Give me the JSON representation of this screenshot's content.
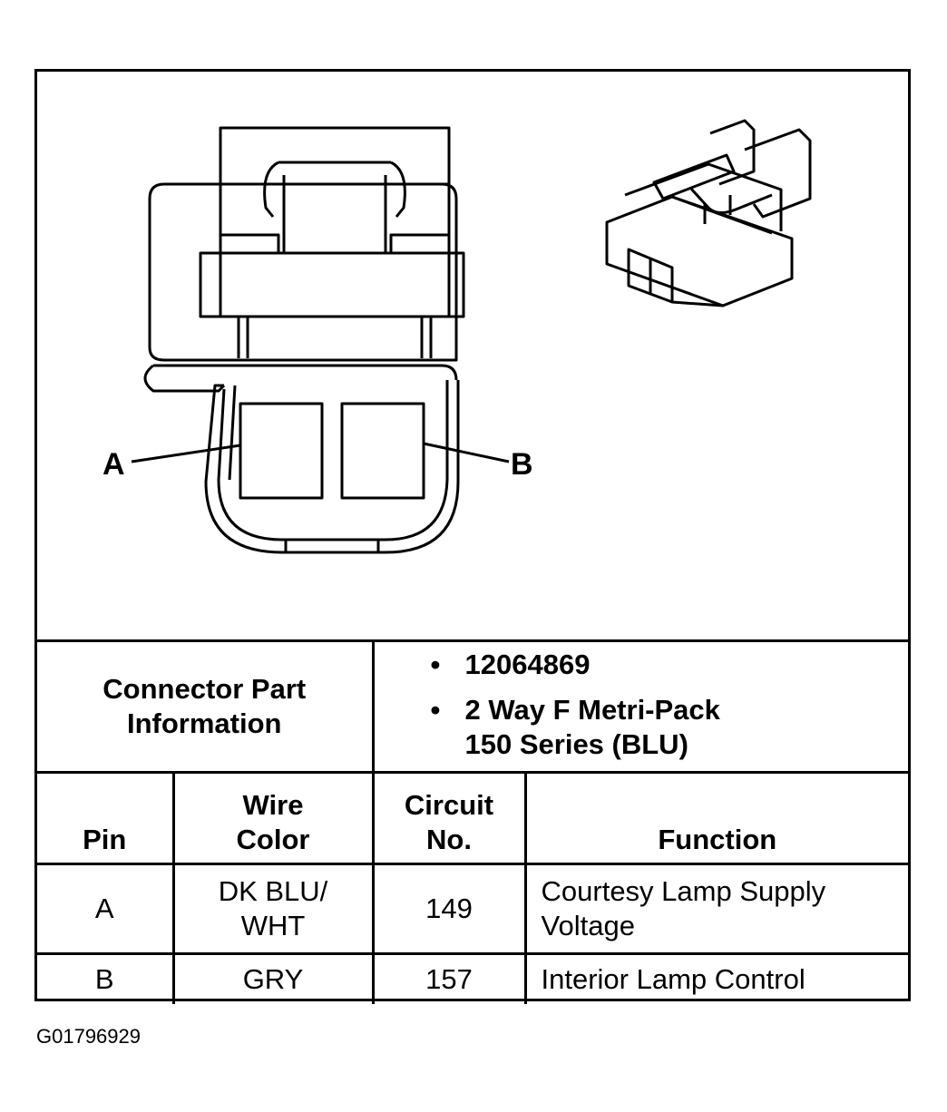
{
  "diagram": {
    "pin_labels": [
      "A",
      "B"
    ]
  },
  "connector_info": {
    "label_line1": "Connector Part",
    "label_line2": "Information",
    "items": [
      "12064869",
      "2 Way F Metri-Pack",
      "150 Series (BLU)"
    ]
  },
  "table": {
    "headers": {
      "pin": "Pin",
      "wire_color_line1": "Wire",
      "wire_color_line2": "Color",
      "circuit_line1": "Circuit",
      "circuit_line2": "No.",
      "function": "Function"
    },
    "rows": [
      {
        "pin": "A",
        "wire_line1": "DK BLU/",
        "wire_line2": "WHT",
        "circuit": "149",
        "function_line1": "Courtesy Lamp Supply",
        "function_line2": "Voltage"
      },
      {
        "pin": "B",
        "wire_line1": "GRY",
        "circuit": "157",
        "function_line1": "Interior Lamp Control"
      }
    ]
  },
  "figure_code": "G01796929"
}
